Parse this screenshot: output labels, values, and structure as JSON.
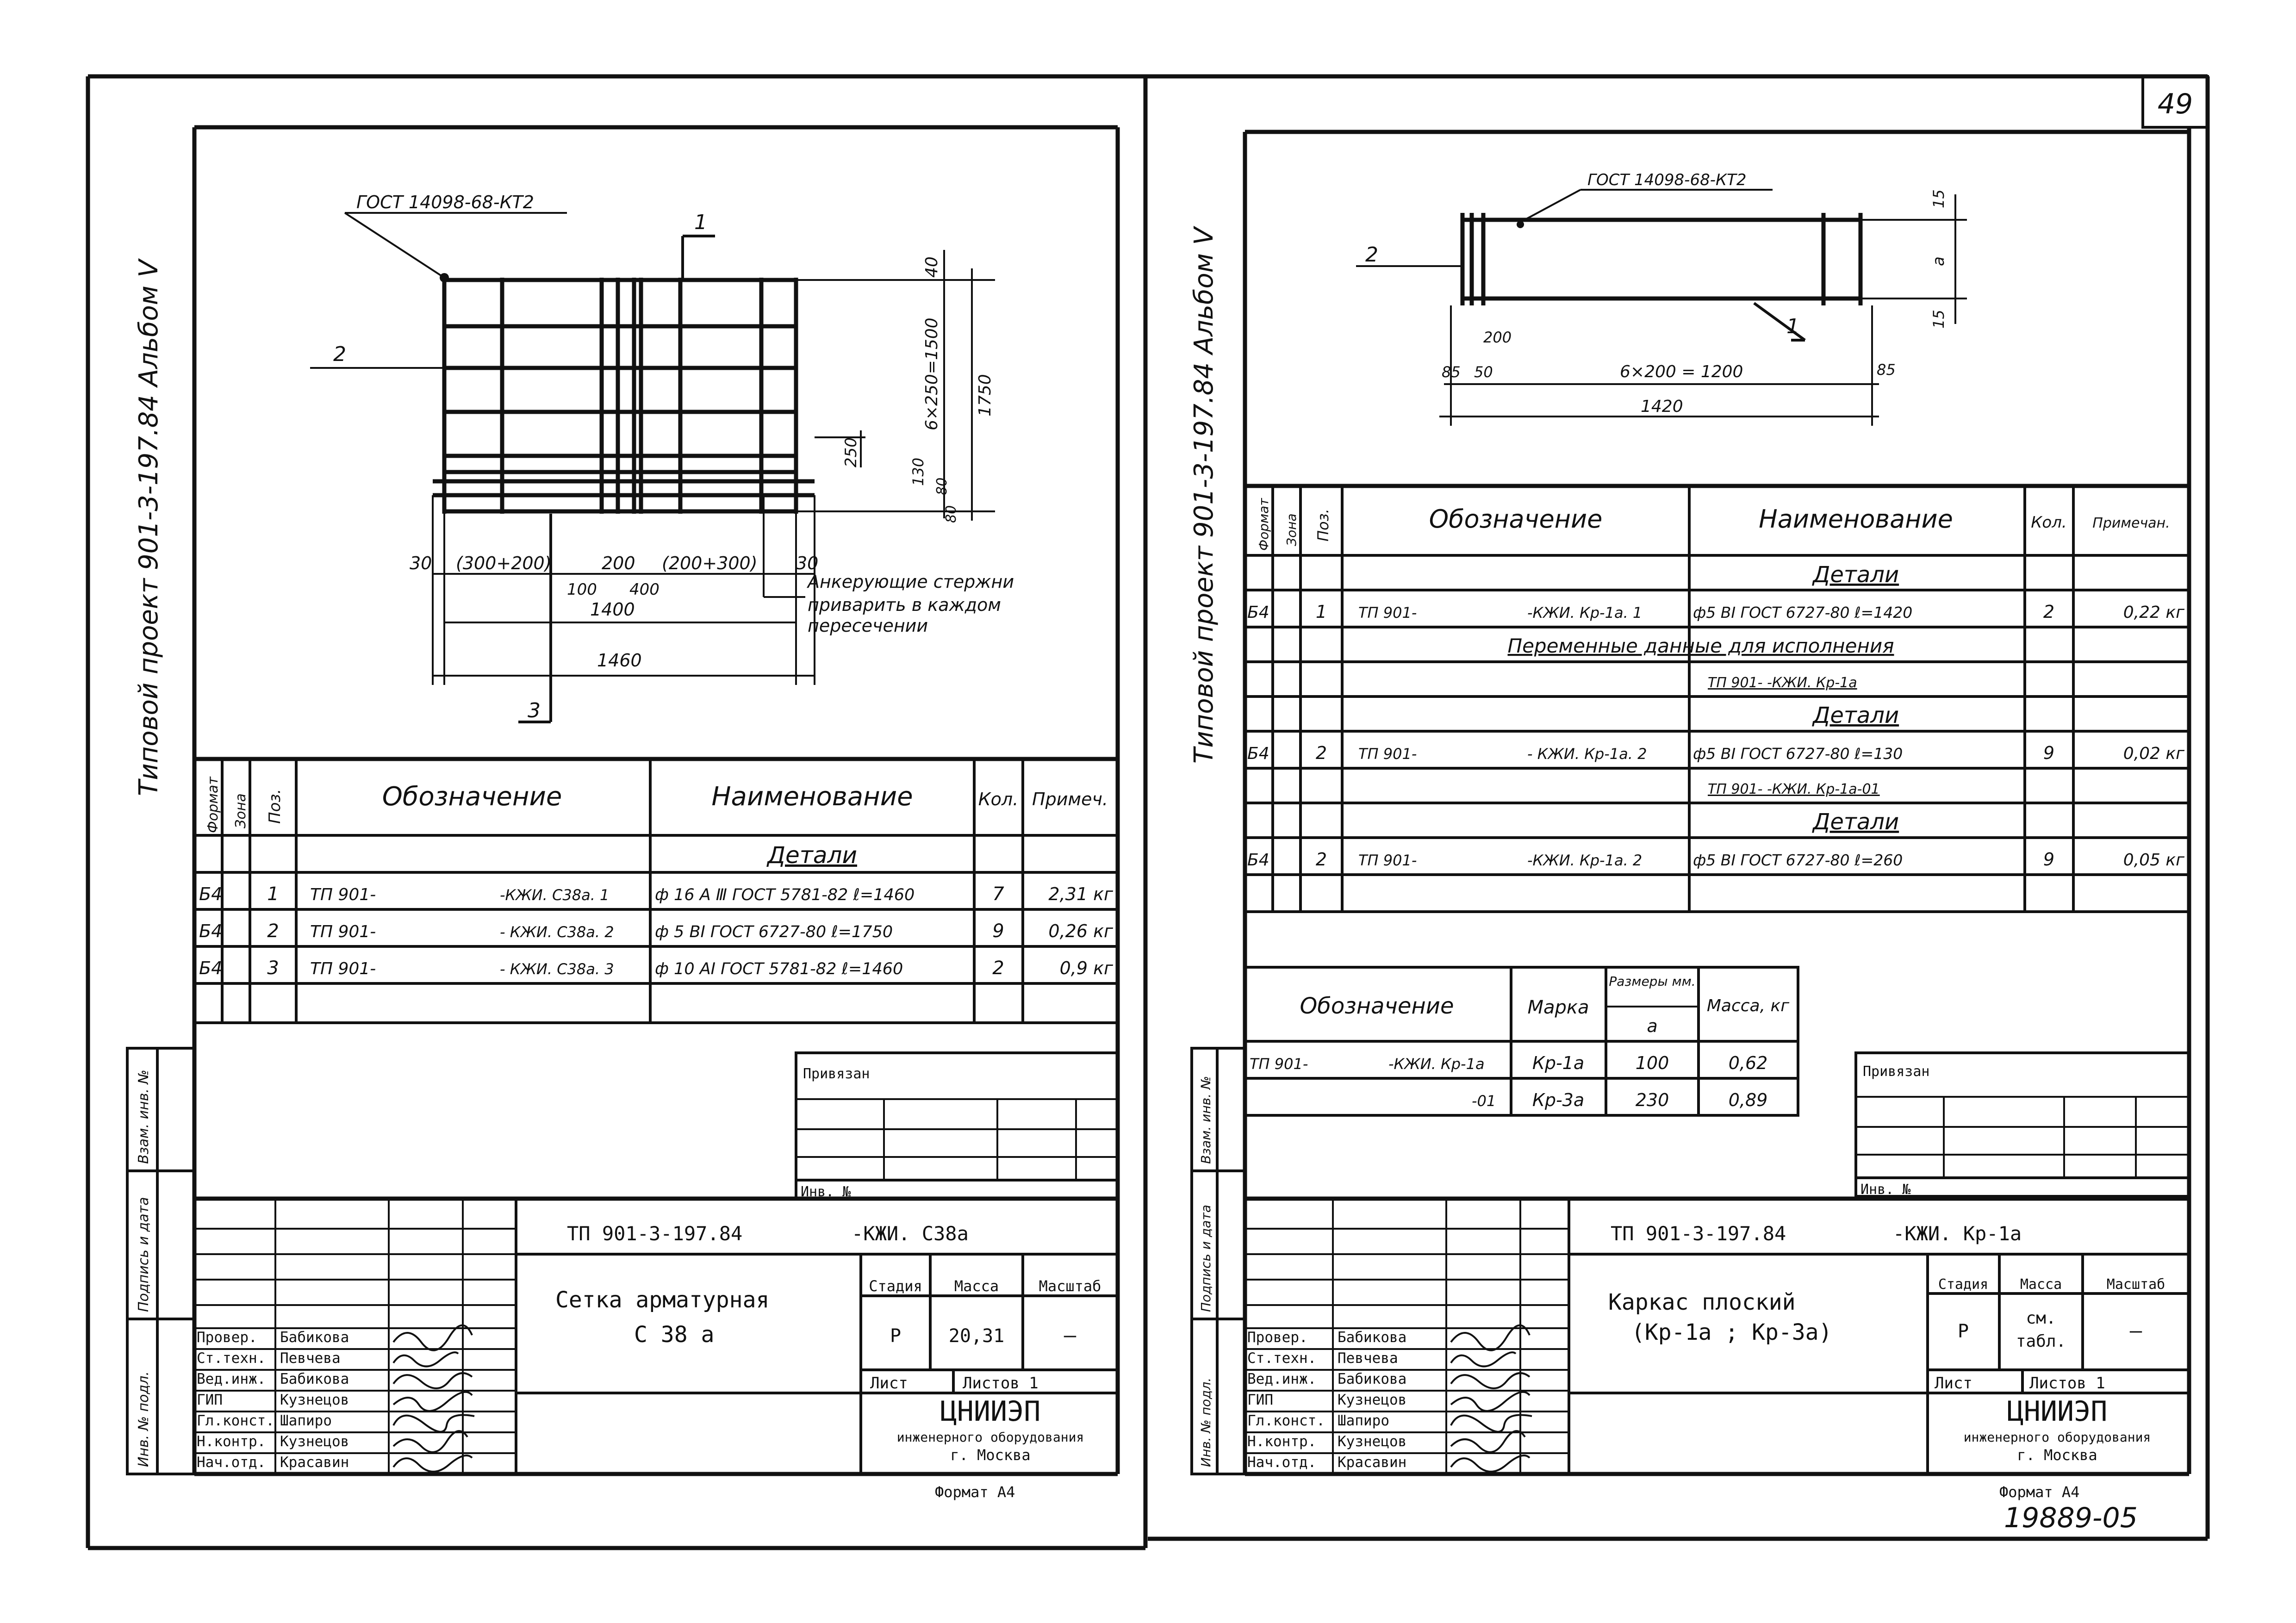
{
  "page_number": "49",
  "inventory_number": "19889-05",
  "left": {
    "side_title": "Типовой   проект  901-3-197.84 Альбом Ⅴ",
    "drawing": {
      "gost": "ГОСТ 14098-68-КТ2",
      "pos_1": "1",
      "pos_2": "2",
      "pos_3": "3",
      "dim_40_top": "40",
      "dim_6x250": "6×250=1500",
      "dim_1750": "1750",
      "dim_250": "250",
      "dim_130": "130",
      "dim_80a": "80",
      "dim_80b": "80",
      "dim_30_left": "30",
      "dim_300_200": "(300+200)",
      "dim_200": "200",
      "dim_200_300": "(200+300)",
      "dim_30_right": "30",
      "dim_100": "100",
      "dim_400": "400",
      "dim_1400": "1400",
      "dim_1460": "1460",
      "note_1": "Анкерующие стержни",
      "note_2": "приварить в каждом",
      "note_3": "пересечении"
    },
    "spec": {
      "headers": {
        "format": "Формат",
        "zone": "Зона",
        "pos": "Поз.",
        "designation": "Обозначение",
        "name": "Наименование",
        "qty": "Кол.",
        "note": "Примеч."
      },
      "section": "Детали",
      "rows": [
        {
          "format": "Б4",
          "pos": "1",
          "designation": "ТП 901-",
          "designation2": "-КЖИ. С38а. 1",
          "name": "ф 16 А Ⅲ  ГОСТ 5781-82  ℓ=1460",
          "qty": "7",
          "note": "2,31 кг"
        },
        {
          "format": "Б4",
          "pos": "2",
          "designation": "ТП 901-",
          "designation2": "- КЖИ. С38а. 2",
          "name": "ф 5 ВⅠ  ГОСТ 6727-80  ℓ=1750",
          "qty": "9",
          "note": "0,26 кг"
        },
        {
          "format": "Б4",
          "pos": "3",
          "designation": "ТП 901-",
          "designation2": "- КЖИ. С38а. 3",
          "name": "ф 10 АⅠ  ГОСТ 5781-82  ℓ=1460",
          "qty": "2",
          "note": "0,9 кг"
        }
      ]
    },
    "stamp": {
      "privyazan": "Привязан",
      "inv_no": "Инв. №",
      "code": "ТП 901-3-197.84",
      "code_suffix": "-КЖИ. С38а",
      "title_1": "Сетка   арматурная",
      "title_2": "С 38 а",
      "stage_h": "Стадия",
      "mass_h": "Масса",
      "scale_h": "Масштаб",
      "stage": "Р",
      "mass": "20,31",
      "scale": "—",
      "sheet": "Лист",
      "sheets": "Листов 1",
      "org_1": "ЦНИИЭП",
      "org_2": "инженерного оборудования",
      "org_3": "г. Москва",
      "format": "Формат  А4",
      "roles": [
        {
          "role": "Провер.",
          "name": "Бабикова"
        },
        {
          "role": "Ст.техн.",
          "name": "Певчева"
        },
        {
          "role": "Вед.инж.",
          "name": "Бабикова"
        },
        {
          "role": "ГИП",
          "name": "Кузнецов"
        },
        {
          "role": "Гл.конст.",
          "name": "Шапиро"
        },
        {
          "role": "Н.контр.",
          "name": "Кузнецов"
        },
        {
          "role": "Нач.отд.",
          "name": "Красавин"
        }
      ],
      "side_labels": {
        "inv_orig": "Инв. № подл.",
        "sign_date": "Подпись и дата",
        "vzam": "Взам. инв. №"
      }
    }
  },
  "right": {
    "side_title": "Типовой   проект  901-3-197.84 Альбом Ⅴ",
    "drawing": {
      "gost": "ГОСТ 14098-68-КТ2",
      "pos_1": "1",
      "pos_2": "2",
      "dim_15_top": "15",
      "dim_a": "а",
      "dim_15_bot": "15",
      "dim_200": "200",
      "dim_85_left": "85",
      "dim_50": "50",
      "dim_6x200": "6×200 = 1200",
      "dim_85_right": "85",
      "dim_1420": "1420"
    },
    "spec": {
      "headers": {
        "format": "Формат",
        "zone": "Зона",
        "pos": "Поз.",
        "designation": "Обозначение",
        "name": "Наименование",
        "qty": "Кол.",
        "note": "Примечан."
      },
      "section_1": "Детали",
      "row_1": {
        "format": "Б4",
        "pos": "1",
        "designation": "ТП 901-",
        "designation2": "-КЖИ. Кр-1а. 1",
        "name": "ф5 ВⅠ  ГОСТ 6727-80  ℓ=1420",
        "qty": "2",
        "note": "0,22 кг"
      },
      "variable": "Переменные данные для исполнения",
      "variant_1": "ТП 901-          -КЖИ. Кр-1а",
      "section_2": "Детали",
      "row_2": {
        "format": "Б4",
        "pos": "2",
        "designation": "ТП 901-",
        "designation2": "- КЖИ. Кр-1а. 2",
        "name": "ф5 ВⅠ  ГОСТ 6727-80  ℓ=130",
        "qty": "9",
        "note": "0,02 кг"
      },
      "variant_2": "ТП 901-          -КЖИ. Кр-1а-01",
      "section_3": "Детали",
      "row_3": {
        "format": "Б4",
        "pos": "2",
        "designation": "ТП 901-",
        "designation2": "-КЖИ. Кр-1а. 2",
        "name": "ф5 ВⅠ  ГОСТ 6727-80  ℓ=260",
        "qty": "9",
        "note": "0,05 кг"
      }
    },
    "variants": {
      "headers": {
        "designation": "Обозначение",
        "mark": "Марка",
        "size": "Размеры мм.",
        "size_a": "а",
        "mass": "Масса, кг"
      },
      "rows": [
        {
          "designation": "ТП 901-",
          "designation2": "-КЖИ. Кр-1а",
          "mark": "Кр-1а",
          "a": "100",
          "mass": "0,62"
        },
        {
          "designation": "",
          "designation2": "-01",
          "mark": "Кр-3а",
          "a": "230",
          "mass": "0,89"
        }
      ]
    },
    "stamp": {
      "privyazan": "Привязан",
      "inv_no": "Инв. №",
      "code": "ТП 901-3-197.84",
      "code_suffix": "-КЖИ. Кр-1а",
      "title_1": "Каркас    плоский",
      "title_2": "(Кр-1а ; Кр-3а)",
      "stage_h": "Стадия",
      "mass_h": "Масса",
      "scale_h": "Масштаб",
      "stage": "Р",
      "mass_1": "см.",
      "mass_2": "табл.",
      "scale": "—",
      "sheet": "Лист",
      "sheets": "Листов 1",
      "org_1": "ЦНИИЭП",
      "org_2": "инженерного оборудования",
      "org_3": "г. Москва",
      "format": "Формат  А4",
      "roles": [
        {
          "role": "Провер.",
          "name": "Бабикова"
        },
        {
          "role": "Ст.техн.",
          "name": "Певчева"
        },
        {
          "role": "Вед.инж.",
          "name": "Бабикова"
        },
        {
          "role": "ГИП",
          "name": "Кузнецов"
        },
        {
          "role": "Гл.конст.",
          "name": "Шапиро"
        },
        {
          "role": "Н.контр.",
          "name": "Кузнецов"
        },
        {
          "role": "Нач.отд.",
          "name": "Красавин"
        }
      ],
      "side_labels": {
        "inv_orig": "Инв. № подл.",
        "sign_date": "Подпись и дата",
        "vzam": "Взам. инв. №"
      }
    }
  }
}
